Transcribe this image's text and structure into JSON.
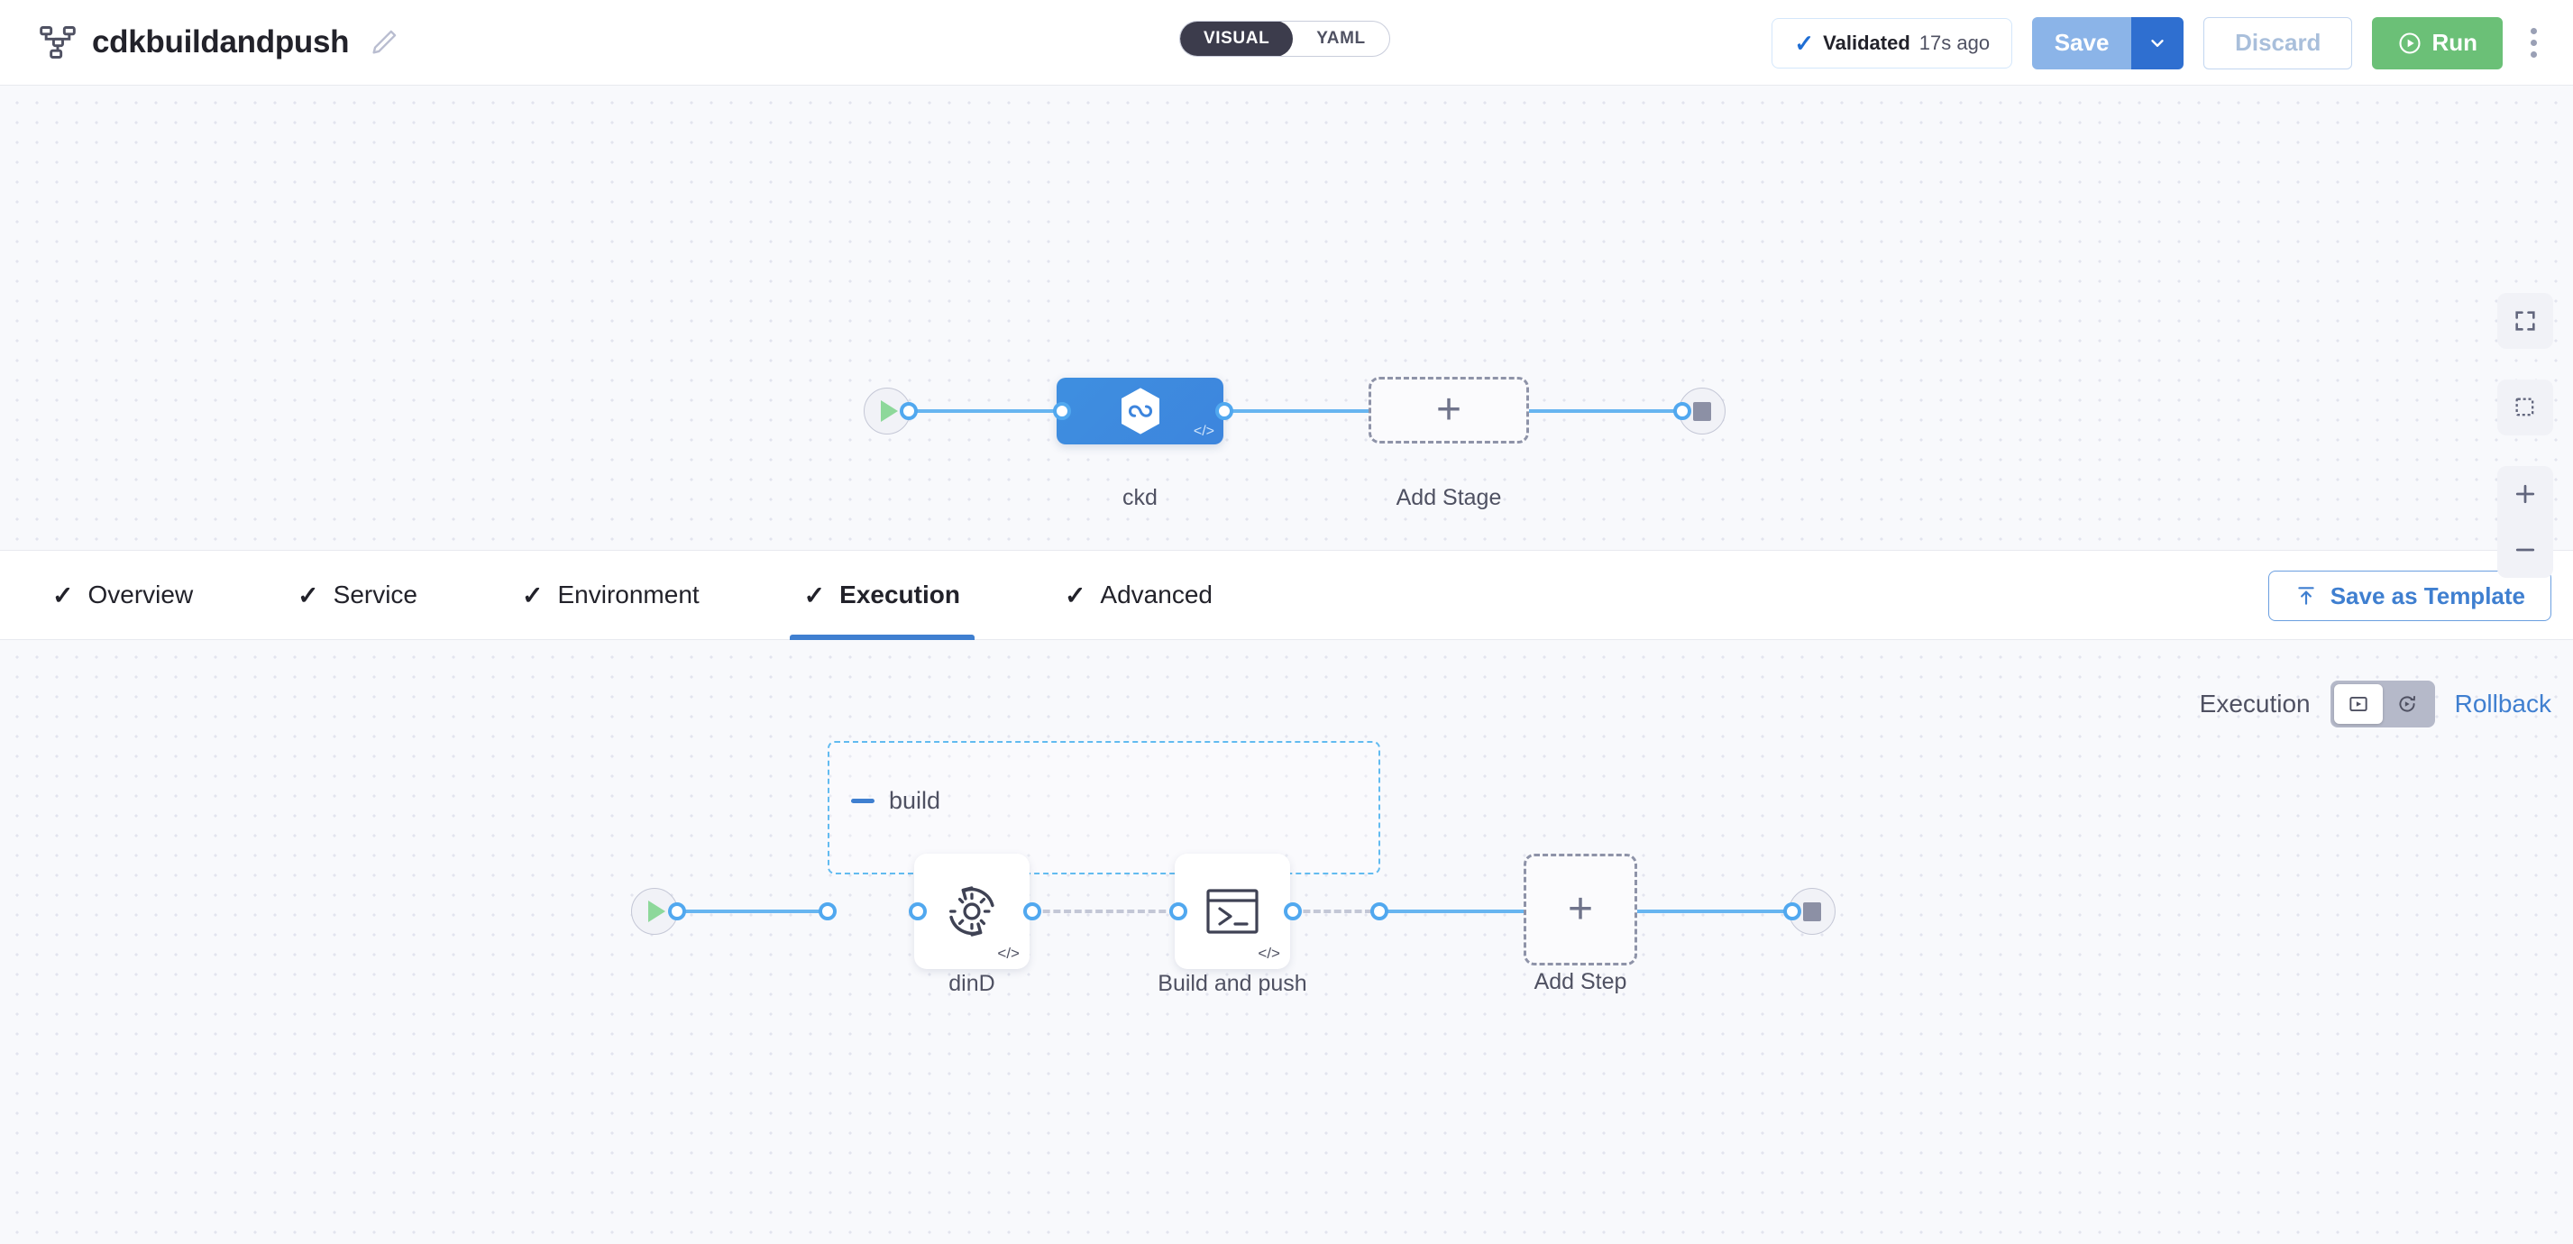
{
  "header": {
    "pipeline_icon": "pipeline-nodes-icon",
    "title": "cdkbuildandpush",
    "edit_icon": "pencil-icon",
    "mode_toggle": {
      "visual": "VISUAL",
      "yaml": "YAML",
      "selected": "VISUAL"
    },
    "validated": {
      "check_icon": "check-icon",
      "label": "Validated",
      "time": "17s ago"
    },
    "save": {
      "label": "Save",
      "caret_icon": "chevron-down-icon"
    },
    "discard": {
      "label": "Discard"
    },
    "run": {
      "label": "Run",
      "icon": "play-circle-icon"
    },
    "more_icon": "kebab-menu-icon"
  },
  "colors": {
    "accent_blue": "#3f7fd0",
    "edge_blue": "#67b5f0",
    "stage_node_blue": "#3e8fe0",
    "run_green": "#6bc077",
    "save_primary": "#8bb4e8",
    "save_caret": "#2f6fd0",
    "canvas_bg": "#f8f9fc",
    "group_border": "#62bbf0",
    "muted_text": "#4f5162"
  },
  "stage_graph": {
    "start_node": {
      "name": "start-node",
      "icon": "play-icon"
    },
    "nodes": [
      {
        "id": "ckd",
        "caption": "ckd",
        "icon": "harness-hexagon-infinity-icon",
        "badge": "code-badge",
        "selected": true
      }
    ],
    "add_stage": {
      "caption": "Add Stage",
      "icon": "plus-icon"
    },
    "end_node": {
      "name": "end-node",
      "icon": "stop-icon"
    }
  },
  "canvas_controls": [
    {
      "name": "fit-to-screen-button",
      "icon": "fullscreen-icon"
    },
    {
      "name": "marquee-select-button",
      "icon": "selection-box-icon"
    },
    {
      "name": "zoom-in-button",
      "icon": "plus-icon"
    },
    {
      "name": "zoom-out-button",
      "icon": "minus-icon"
    }
  ],
  "tabs": [
    {
      "label": "Overview",
      "icon": "check-icon",
      "active": false
    },
    {
      "label": "Service",
      "icon": "check-icon",
      "active": false
    },
    {
      "label": "Environment",
      "icon": "check-icon",
      "active": false
    },
    {
      "label": "Execution",
      "icon": "check-icon",
      "active": true
    },
    {
      "label": "Advanced",
      "icon": "check-icon",
      "active": false
    }
  ],
  "save_as_template": {
    "label": "Save as Template",
    "icon": "upload-template-icon"
  },
  "exec_switch": {
    "execution_label": "Execution",
    "rollback_label": "Rollback",
    "execution_icon": "play-in-box-icon",
    "rollback_icon": "rotate-play-icon",
    "selected": "Execution"
  },
  "execution_graph": {
    "start_node": {
      "name": "start-node",
      "icon": "play-icon"
    },
    "group": {
      "title": "build",
      "collapse_icon": "minus-icon"
    },
    "steps": [
      {
        "id": "dind",
        "caption": "dinD",
        "icon": "gear-rotate-icon",
        "badge": "code-badge"
      },
      {
        "id": "build-and-push",
        "caption": "Build and push",
        "icon": "terminal-icon",
        "badge": "code-badge"
      }
    ],
    "add_step": {
      "caption": "Add Step",
      "icon": "plus-icon"
    },
    "end_node": {
      "name": "end-node",
      "icon": "stop-icon"
    }
  }
}
